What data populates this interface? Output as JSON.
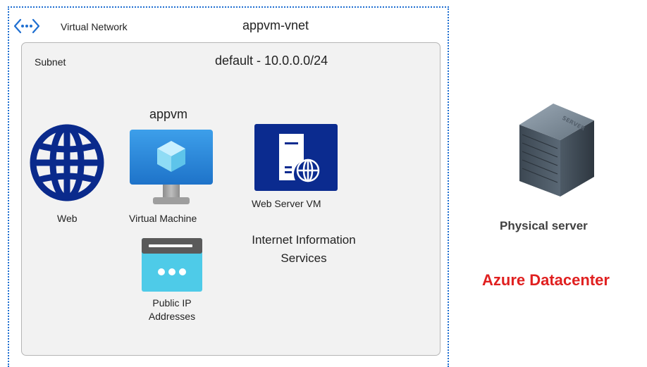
{
  "vnet": {
    "type_label": "Virtual Network",
    "name": "appvm-vnet"
  },
  "subnet": {
    "type_label": "Subnet",
    "name": "default - 10.0.0.0/24"
  },
  "nodes": {
    "web": {
      "label": "Web",
      "icon": "globe-icon"
    },
    "vm": {
      "title": "appvm",
      "label": "Virtual Machine",
      "icon": "virtual-machine-icon"
    },
    "webserver": {
      "label": "Web Server VM",
      "icon": "web-server-icon"
    },
    "iis": {
      "line1": "Internet Information",
      "line2": "Services"
    },
    "publicip": {
      "line1": "Public IP",
      "line2": "Addresses",
      "icon": "public-ip-icon"
    }
  },
  "physical": {
    "label": "Physical server",
    "server_text": "SERVER",
    "icon": "physical-server-icon"
  },
  "datacenter": {
    "label": "Azure Datacenter"
  },
  "colors": {
    "vnet_border": "#1f6fd1",
    "globe": "#0a2a8c",
    "vm_blue": "#3a9be6",
    "server_navy": "#0b2b8f",
    "public_ip_cyan": "#4ecbe8",
    "datacenter_red": "#e02020"
  }
}
